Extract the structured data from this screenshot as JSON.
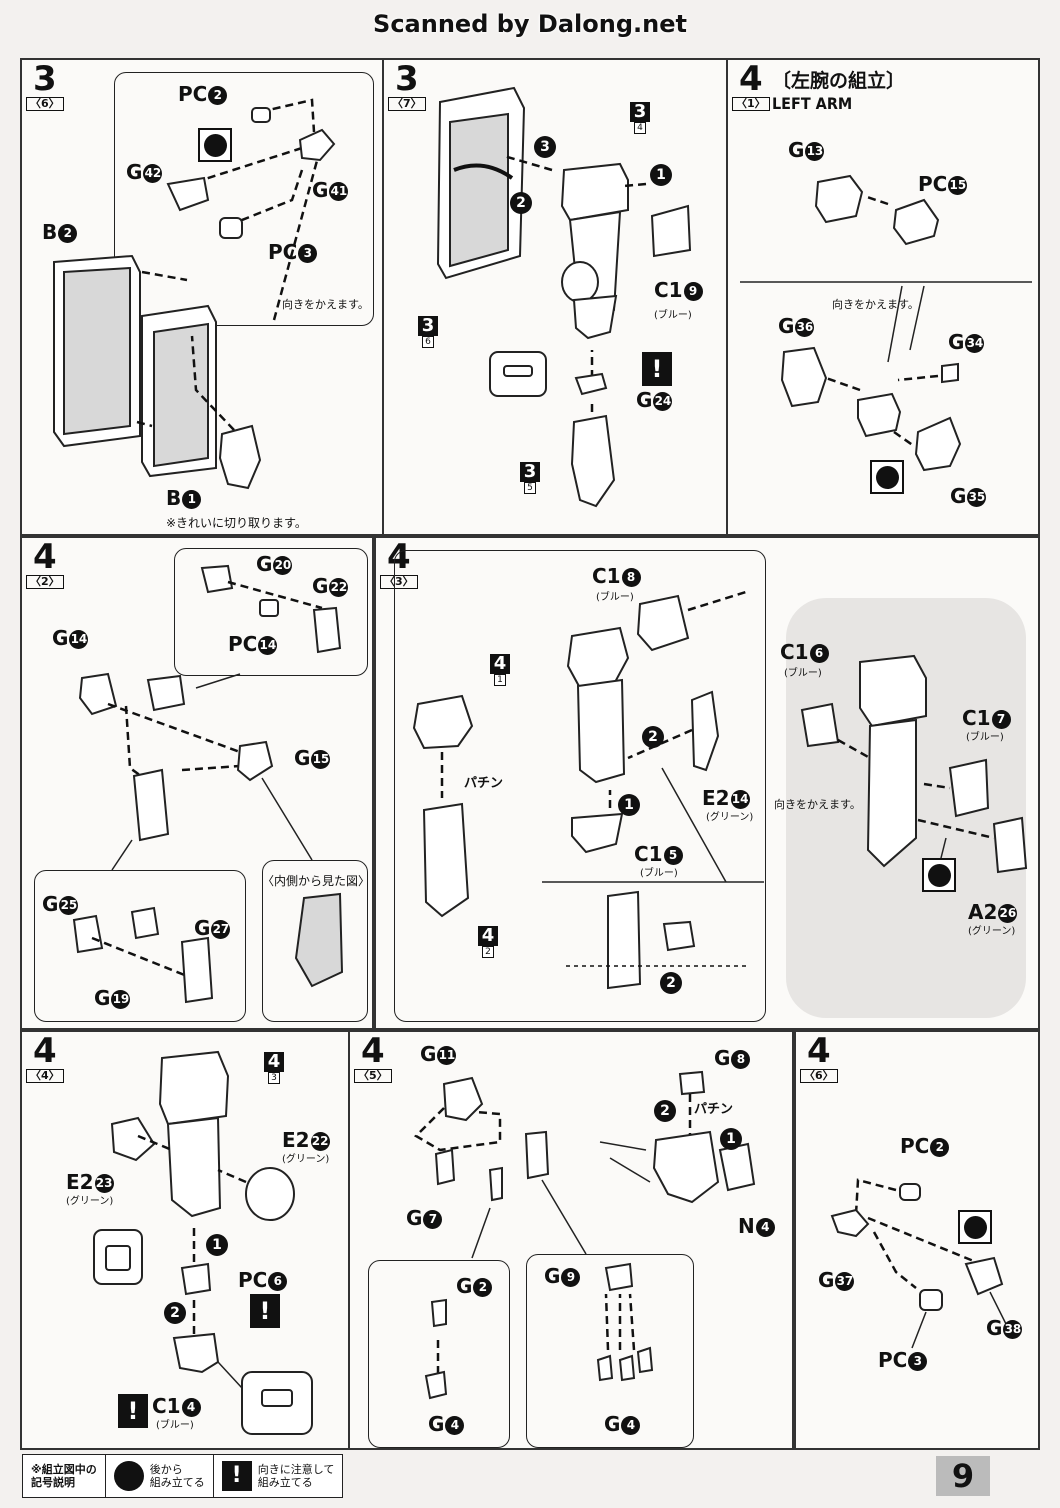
{
  "watermark": "Scanned by Dalong.net",
  "panels": {
    "p1": {
      "step": "3",
      "sub": "〈6〉",
      "labels": {
        "pc2": "PC",
        "pc2n": "2",
        "g42": "G",
        "g42n": "42",
        "g41": "G",
        "g41n": "41",
        "pc3": "PC",
        "pc3n": "3",
        "b2": "B",
        "b2n": "2",
        "b1": "B",
        "b1n": "1"
      },
      "note_turn": "向きをかえます。",
      "note_cut": "※きれいに切り取ります。"
    },
    "p2": {
      "step": "3",
      "sub": "〈7〉",
      "labels": {
        "c19": "C1",
        "c19n": "9",
        "g24": "G",
        "g24n": "24"
      },
      "c19_color": "(ブルー)",
      "refs": {
        "r1": "3",
        "r1s": "4",
        "r2": "3",
        "r2s": "6",
        "r3": "3",
        "r3s": "5"
      }
    },
    "p3": {
      "step": "4",
      "sub": "〈1〉",
      "title": "〔左腕の組立〕",
      "subtitle": "LEFT ARM",
      "labels": {
        "g13": "G",
        "g13n": "13",
        "pc15": "PC",
        "pc15n": "15",
        "g36": "G",
        "g36n": "36",
        "g34": "G",
        "g34n": "34",
        "g35": "G",
        "g35n": "35"
      },
      "note_turn": "向きをかえます。"
    },
    "p4": {
      "step": "4",
      "sub": "〈2〉",
      "labels": {
        "g20": "G",
        "g20n": "20",
        "g22": "G",
        "g22n": "22",
        "pc14": "PC",
        "pc14n": "14",
        "g14": "G",
        "g14n": "14",
        "g15": "G",
        "g15n": "15",
        "g25": "G",
        "g25n": "25",
        "g27": "G",
        "g27n": "27",
        "g19": "G",
        "g19n": "19"
      },
      "note_inside": "〈内側から見た図〉"
    },
    "p5": {
      "step": "4",
      "sub": "〈3〉",
      "labels": {
        "c18": "C1",
        "c18n": "8",
        "e214": "E2",
        "e214n": "14",
        "c15": "C1",
        "c15n": "5"
      },
      "c18_color": "(ブルー)",
      "e214_color": "(グリーン)",
      "c15_color": "(ブルー)",
      "snap": "パチン",
      "refs": {
        "r1": "4",
        "r1s": "1",
        "r2": "4",
        "r2s": "2"
      }
    },
    "p6": {
      "labels": {
        "c16": "C1",
        "c16n": "6",
        "c17": "C1",
        "c17n": "7",
        "a226": "A2",
        "a226n": "26"
      },
      "c16_color": "(ブルー)",
      "c17_color": "(ブルー)",
      "a226_color": "(グリーン)",
      "note_turn": "向きをかえます。"
    },
    "p7": {
      "step": "4",
      "sub": "〈4〉",
      "labels": {
        "e222": "E2",
        "e222n": "22",
        "e223": "E2",
        "e223n": "23",
        "pc6": "PC",
        "pc6n": "6",
        "c14": "C1",
        "c14n": "4"
      },
      "e222_color": "(グリーン)",
      "e223_color": "(グリーン)",
      "c14_color": "(ブルー)",
      "refs": {
        "r1": "4",
        "r1s": "3"
      }
    },
    "p8": {
      "step": "4",
      "sub": "〈5〉",
      "labels": {
        "g11": "G",
        "g11n": "11",
        "g8": "G",
        "g8n": "8",
        "g7": "G",
        "g7n": "7",
        "n4": "N",
        "n4n": "4",
        "g2": "G",
        "g2n": "2",
        "g4a": "G",
        "g4an": "4",
        "g9": "G",
        "g9n": "9",
        "g4b": "G",
        "g4bn": "4"
      },
      "snap": "パチン"
    },
    "p9": {
      "step": "4",
      "sub": "〈6〉",
      "labels": {
        "pc2": "PC",
        "pc2n": "2",
        "g37": "G",
        "g37n": "37",
        "g38": "G",
        "g38n": "38",
        "pc3": "PC",
        "pc3n": "3"
      }
    }
  },
  "legend": {
    "header": "※組立図中の\n記号説明",
    "dot_text": "後から\n組み立てる",
    "excl_text": "向きに注意して\n組み立てる"
  },
  "page_number": "9"
}
